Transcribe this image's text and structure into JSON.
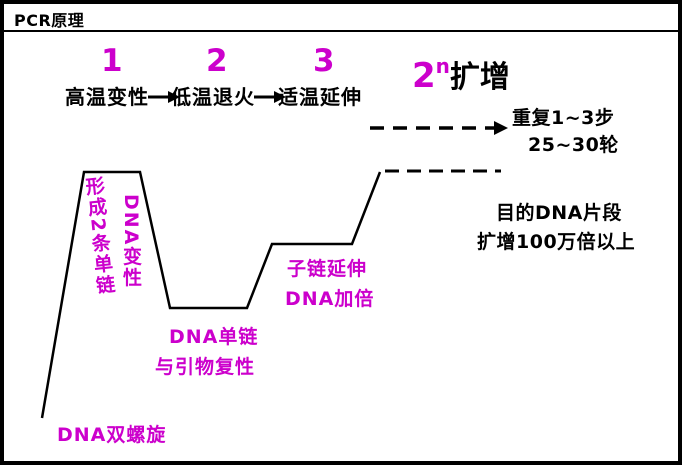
{
  "title": "PCR原理",
  "accent_color": "#cc00cc",
  "steps": [
    {
      "number": "1",
      "label": "高温变性"
    },
    {
      "number": "2",
      "label": "低温退火"
    },
    {
      "number": "3",
      "label": "适温延伸"
    }
  ],
  "amplification": {
    "base": "2",
    "exponent": "n",
    "suffix": "扩增"
  },
  "repeat_note": {
    "line1": "重复1~3步",
    "line2": "25~30轮"
  },
  "result_note": {
    "line1": "目的DNA片段",
    "line2": "扩增100万倍以上"
  },
  "annotations": {
    "denature_strands": "形成2条单链",
    "denature": "DNA变性",
    "anneal_line1": "DNA单链",
    "anneal_line2": "与引物复性",
    "extend_line1": "子链延伸",
    "extend_line2": "DNA加倍",
    "start": "DNA双螺旋"
  }
}
